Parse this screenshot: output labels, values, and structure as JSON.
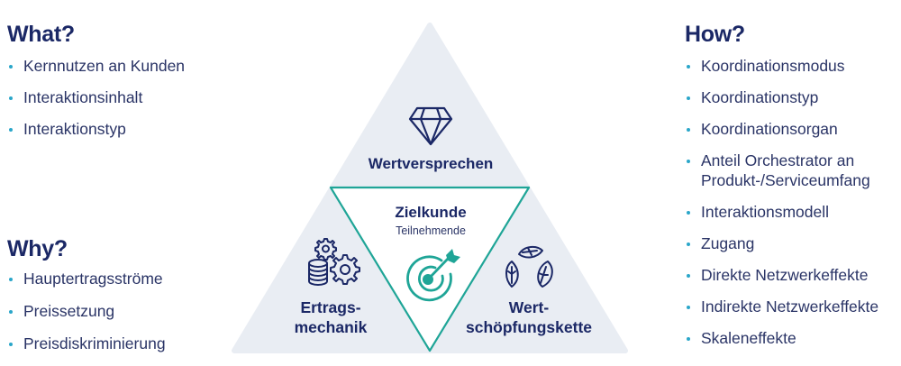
{
  "what": {
    "title": "What?",
    "items": [
      "Kernnutzen an Kunden",
      "Interaktionsinhalt",
      "Interaktionstyp"
    ]
  },
  "why": {
    "title": "Why?",
    "items": [
      "Hauptertragsströme",
      "Preissetzung",
      "Preisdiskriminierung"
    ]
  },
  "how": {
    "title": "How?",
    "items": [
      "Koordinationsmodus",
      "Koordinationstyp",
      "Koordinationsorgan",
      "Anteil Orchestrator an Produkt-/Serviceumfang",
      "Interaktionsmodell",
      "Zugang",
      "Direkte Netzwerkeffekte",
      "Indirekte Netzwerkeffekte",
      "Skaleneffekte"
    ]
  },
  "triangle": {
    "top": {
      "label": "Wertversprechen",
      "icon": "diamond-icon"
    },
    "center": {
      "label": "Zielkunde",
      "sublabel": "Teilnehmende",
      "icon": "target-icon"
    },
    "left": {
      "label_line1": "Ertrags-",
      "label_line2": "mechanik",
      "icon": "coins-gears-icon"
    },
    "right": {
      "label_line1": "Wert-",
      "label_line2": "schöpfungskette",
      "icon": "leaves-cycle-icon"
    }
  },
  "colors": {
    "navy": "#1b2866",
    "teal": "#1fa597",
    "bullet": "#2aa6c9",
    "triangle_fill": "#e9edf3"
  }
}
